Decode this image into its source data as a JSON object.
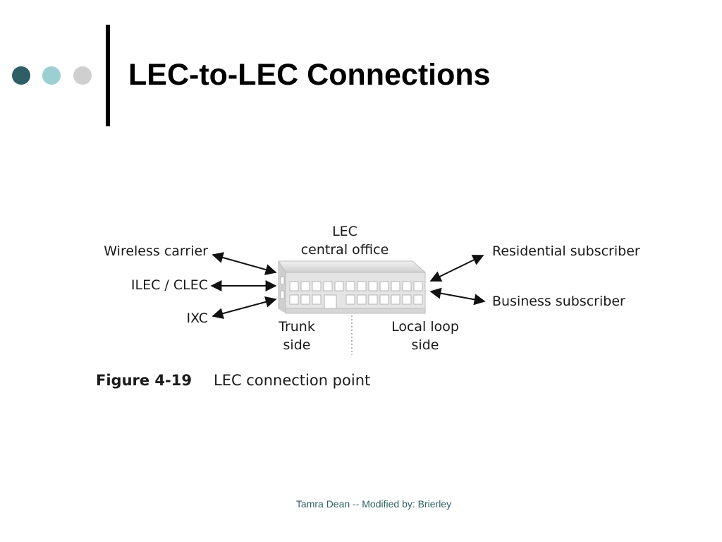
{
  "slide": {
    "title": "LEC-to-LEC Connections",
    "footer": "Tamra Dean -- Modified by: Brierley",
    "colors": {
      "dot_dark": "#2f5f66",
      "dot_mid": "#9ccfd1",
      "dot_light": "#cfcfcf",
      "footer_text": "#2f5f66"
    }
  },
  "diagram": {
    "center_label_line1": "LEC",
    "center_label_line2": "central office",
    "center_icon": "office-building-icon",
    "left_nodes": [
      "Wireless carrier",
      "ILEC / CLEC",
      "IXC"
    ],
    "right_nodes": [
      "Residential subscriber",
      "Business subscriber"
    ],
    "trunk_side_line1": "Trunk",
    "trunk_side_line2": "side",
    "local_loop_line1": "Local loop",
    "local_loop_line2": "side",
    "figure_number": "Figure 4-19",
    "figure_caption": "LEC connection point"
  }
}
